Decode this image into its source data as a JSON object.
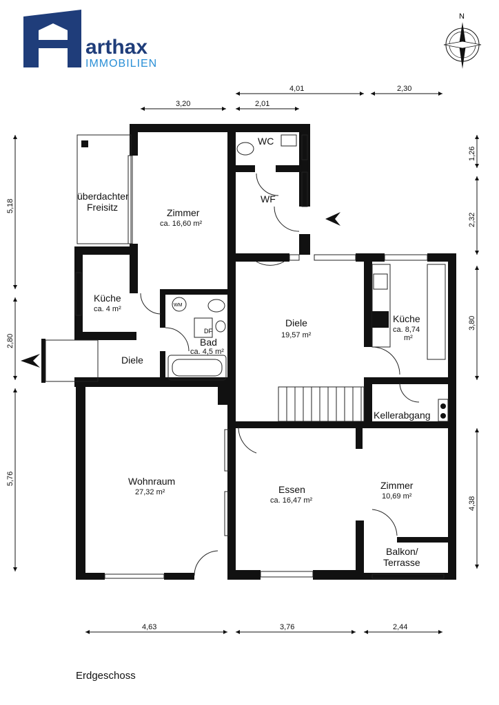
{
  "brand": {
    "name": "arthax",
    "tagline": "IMMOBILIEN",
    "color_primary": "#1f3d7a",
    "color_accent": "#2a8fd6"
  },
  "compass": {
    "north_label": "N"
  },
  "caption": "Erdgeschoss",
  "rooms": {
    "ueberdachter_freisitz": {
      "label_line1": "überdachter",
      "label_line2": "Freisitz"
    },
    "zimmer_top": {
      "label": "Zimmer",
      "area": "ca. 16,60 m²"
    },
    "wc": {
      "label": "WC"
    },
    "wf": {
      "label": "WF"
    },
    "kueche_small": {
      "label": "Küche",
      "area": "ca. 4 m²"
    },
    "bad": {
      "label": "Bad",
      "area": "ca. 4,5 m²",
      "wm": "WM",
      "df": "DF"
    },
    "diele_left": {
      "label": "Diele"
    },
    "diele_main": {
      "label": "Diele",
      "area": "19,57 m²"
    },
    "kueche_large": {
      "label": "Küche",
      "area_line1": "ca. 8,74",
      "area_line2": "m²"
    },
    "kellerabgang": {
      "label": "Kellerabgang"
    },
    "wohnraum": {
      "label": "Wohnraum",
      "area": "27,32 m²"
    },
    "essen": {
      "label": "Essen",
      "area": "ca. 16,47 m²"
    },
    "zimmer_right": {
      "label": "Zimmer",
      "area": "10,69 m²"
    },
    "balkon": {
      "label_line1": "Balkon/",
      "label_line2": "Terrasse"
    }
  },
  "dimensions": {
    "top": {
      "d_401": "4,01",
      "d_230": "2,30",
      "d_320": "3,20",
      "d_201": "2,01"
    },
    "left": {
      "d_518": "5,18",
      "d_280": "2,80",
      "d_576": "5,76"
    },
    "right": {
      "d_126": "1,26",
      "d_232": "2,32",
      "d_380": "3,80",
      "d_438": "4,38"
    },
    "bottom": {
      "d_463": "4,63",
      "d_376": "3,76",
      "d_244": "2,44"
    }
  }
}
